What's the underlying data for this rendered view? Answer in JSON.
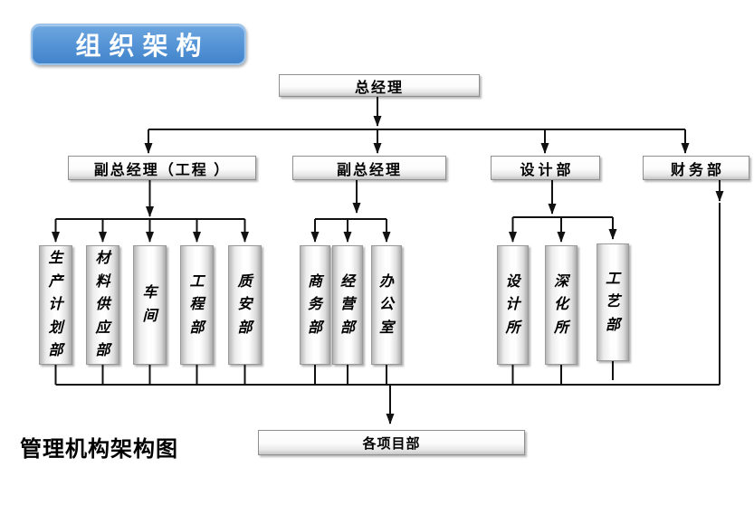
{
  "badge": {
    "label": "组织架构"
  },
  "caption": "管理机构架构图",
  "chart": {
    "type": "org-chart",
    "root": "总经理",
    "level2": [
      "副总经理（工程 ）",
      "副总经理",
      "设计部",
      "财务部"
    ],
    "group_eng": [
      "生产计划部",
      "材料供应部",
      "车间",
      "工程部",
      "质安部"
    ],
    "group_dep": [
      "商务部",
      "经营部",
      "办公室"
    ],
    "group_design": [
      "设计所",
      "深化所",
      "工艺部"
    ],
    "bottom": "各项目部"
  },
  "colors": {
    "badge_blue": "#4f93d6",
    "badge_border": "#9cc3ea",
    "line": "#111111",
    "box_border": "#909090",
    "text": "#000000"
  }
}
